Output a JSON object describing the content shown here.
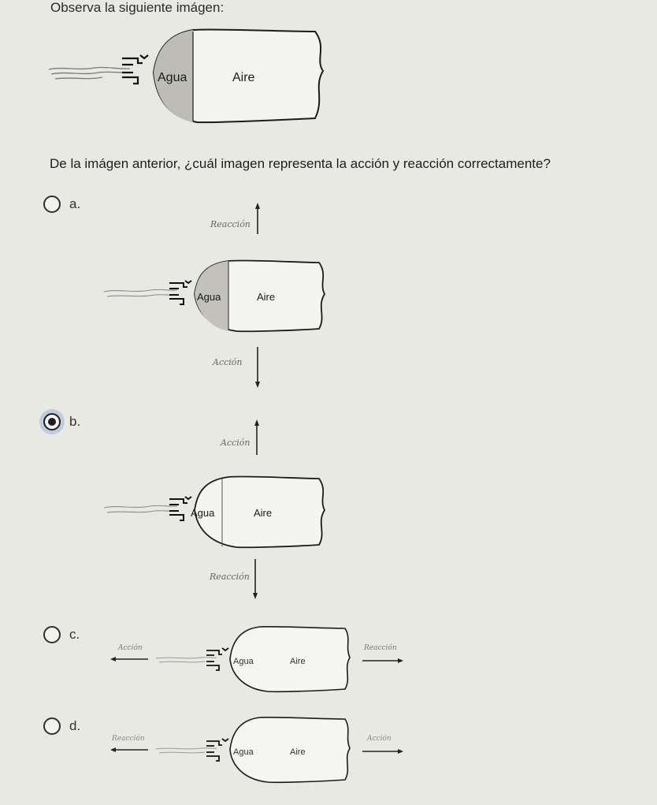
{
  "instruction": "Observa la siguiente imágen:",
  "question": "De la imágen anterior, ¿cuál imagen representa la acción y reacción correctamente?",
  "labels": {
    "water": "Agua",
    "air": "Aire",
    "action": "Acción",
    "reaction": "Reacción"
  },
  "options": [
    {
      "letter": "a.",
      "selected": false
    },
    {
      "letter": "b.",
      "selected": true
    },
    {
      "letter": "c.",
      "selected": false
    },
    {
      "letter": "d.",
      "selected": false
    }
  ]
}
